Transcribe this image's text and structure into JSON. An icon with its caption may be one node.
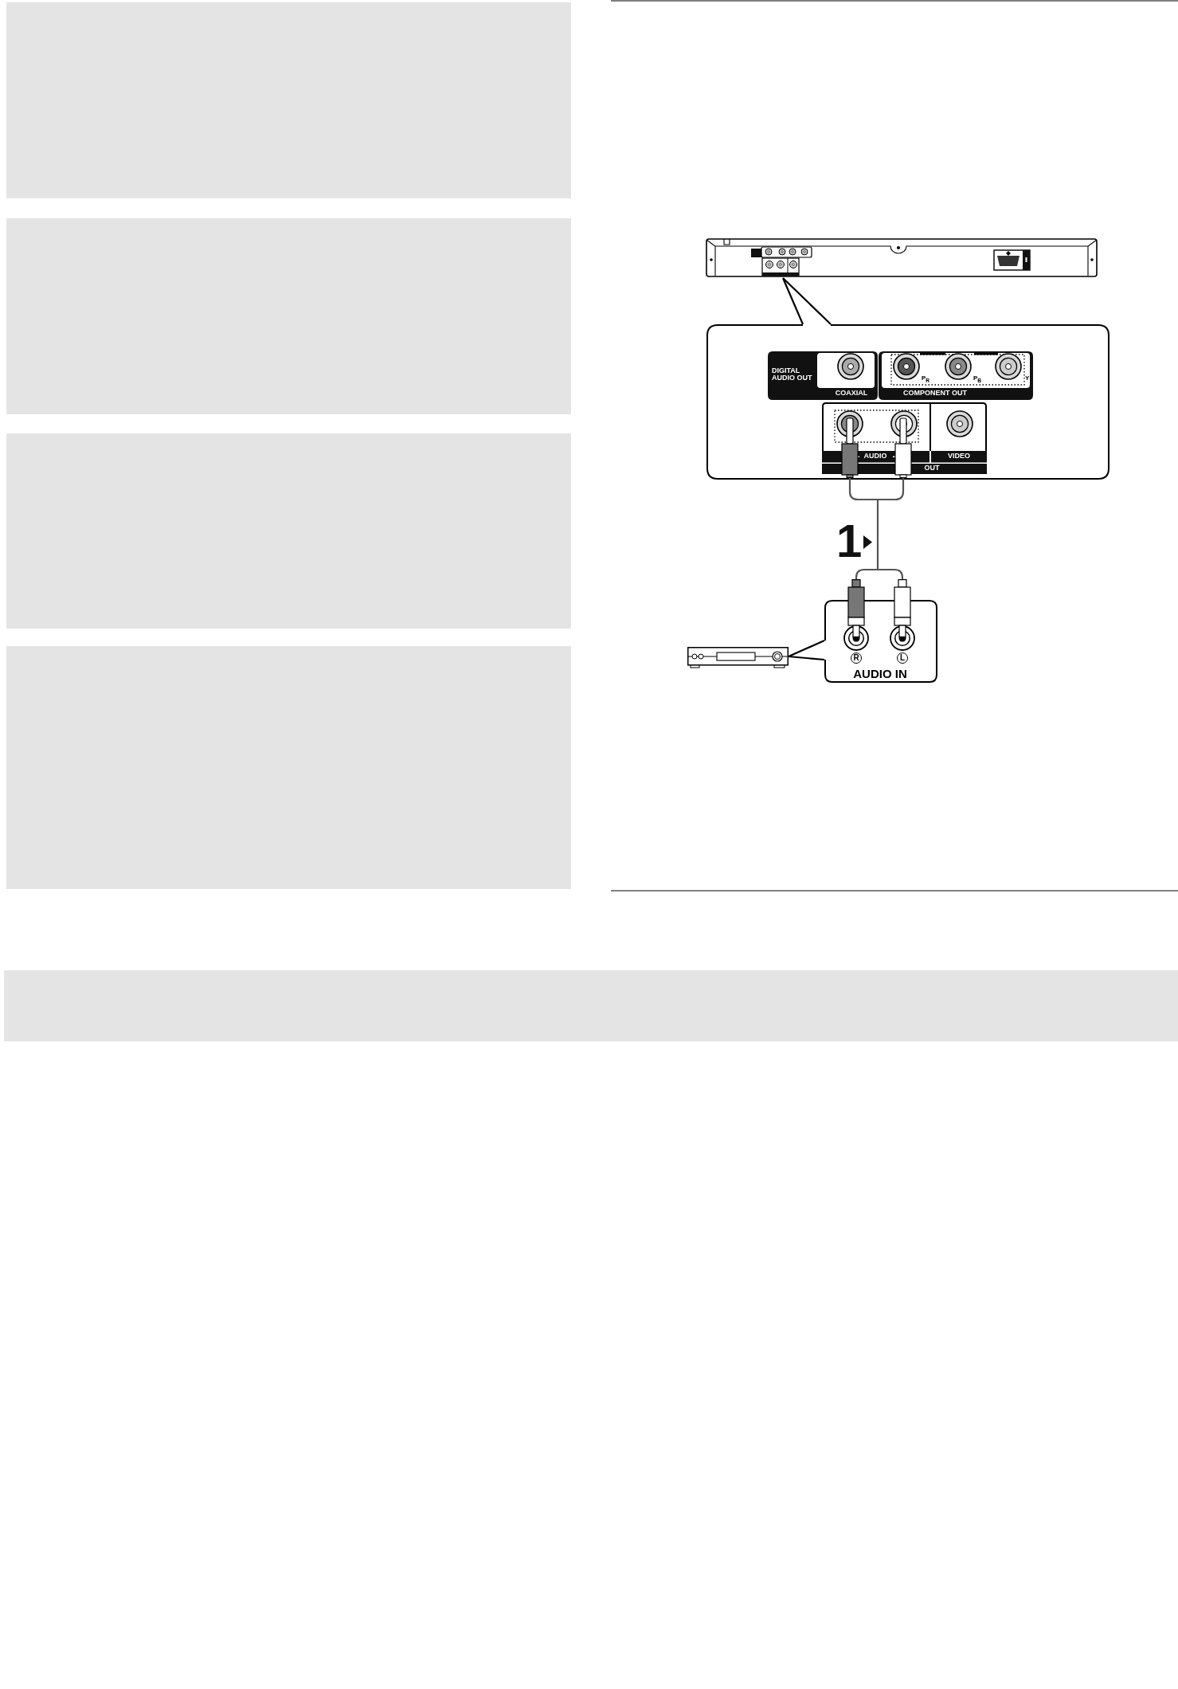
{
  "diagram": {
    "nodes": [
      {
        "text": [],
        "shape": "picture"
      },
      {
        "text": [],
        "shape": "box"
      },
      {
        "text": [
          "DIGITAL AUDIO OUT",
          "COAXIAL"
        ],
        "in": 1
      },
      {
        "text": [
          "P$_{R}$",
          "P$_{B}$",
          "Y",
          "COMPONENT OUT"
        ],
        "in": 1
      },
      {
        "text": [
          "AUDIO",
          "VIDEO",
          "OUT"
        ],
        "in": 1
      },
      {
        "text": [],
        "shape": "picture"
      },
      {
        "text": [
          "R",
          "L",
          "AUDIO IN"
        ]
      }
    ],
    "edges": [
      {
        "from": 1,
        "to": 0,
        "arrow": "none"
      },
      {
        "from": 4,
        "to": 6,
        "arrow": "none",
        "label": "1",
        "color": "#555555"
      },
      {
        "from": 6,
        "to": 5,
        "arrow": "none"
      }
    ]
  }
}
